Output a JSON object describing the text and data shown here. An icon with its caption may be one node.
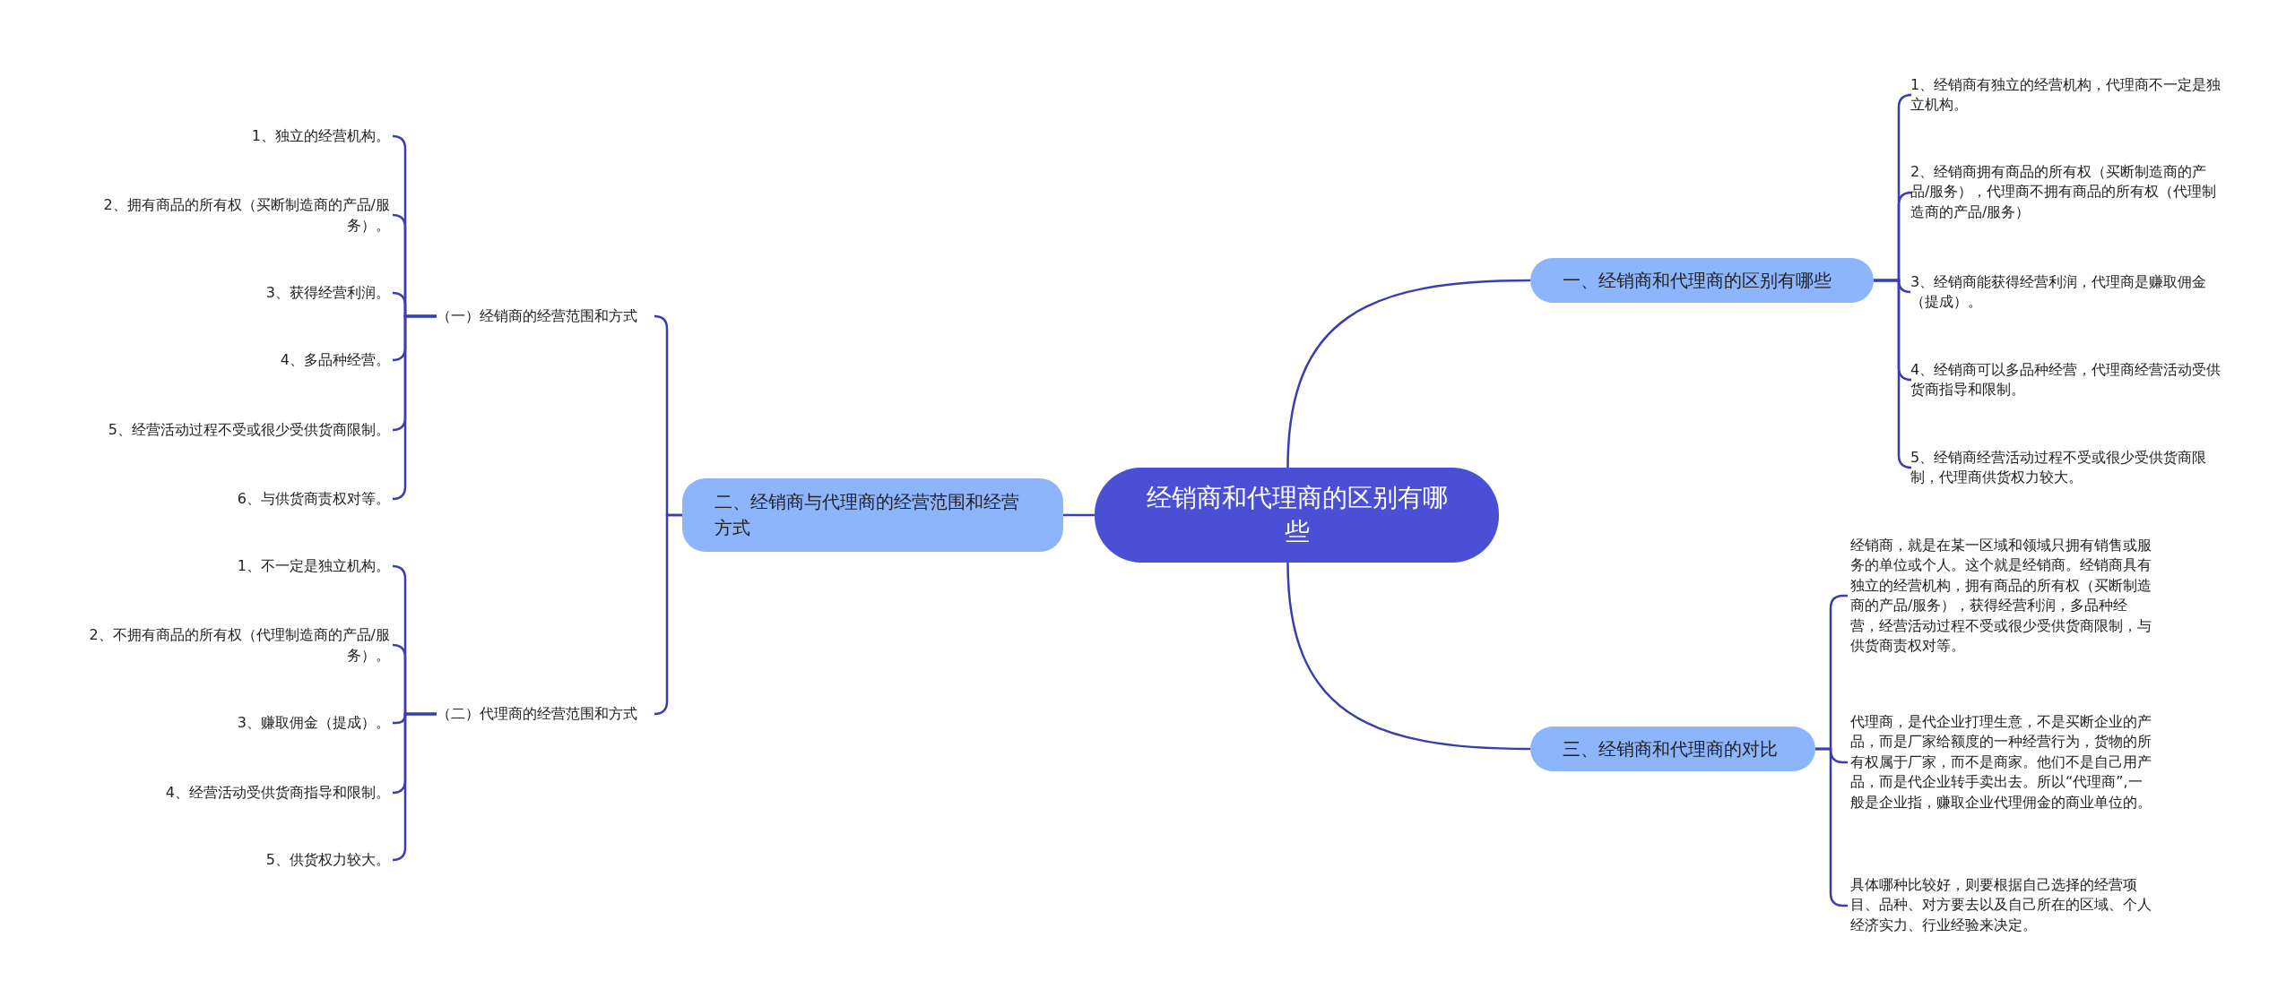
{
  "diagram": {
    "nodes": [
      {
        "text": [
          "经销商和代理商的区别有哪些"
        ]
      },
      {
        "text": [
          "一、经销商和代理商的区别有哪些"
        ]
      },
      {
        "text": [
          "1、经销商有独立的经营机构，代理商不一定是独立机构。"
        ]
      },
      {
        "text": [
          "2、经销商拥有商品的所有权（买断制造商的产品/服务），代理商不拥有商品的所有权（代理制造商的产品/服务）"
        ]
      },
      {
        "text": [
          "3、经销商能获得经营利润，代理商是赚取佣金（提成）。"
        ]
      },
      {
        "text": [
          "4、经销商可以多品种经营，代理商经营活动受供货商指导和限制。"
        ]
      },
      {
        "text": [
          "5、经销商经营活动过程不受或很少受供货商限制，代理商供货权力较大。"
        ]
      },
      {
        "text": [
          "二、经销商与代理商的经营范围和经营方式"
        ]
      },
      {
        "text": [
          "（一）经销商的经营范围和方式"
        ]
      },
      {
        "text": [
          "1、独立的经营机构。"
        ]
      },
      {
        "text": [
          "2、拥有商品的所有权（买断制造商的产品/服务）。"
        ]
      },
      {
        "text": [
          "3、获得经营利润。"
        ]
      },
      {
        "text": [
          "4、多品种经营。"
        ]
      },
      {
        "text": [
          "5、经营活动过程不受或很少受供货商限制。"
        ]
      },
      {
        "text": [
          "6、与供货商责权对等。"
        ]
      },
      {
        "text": [
          "（二）代理商的经营范围和方式"
        ]
      },
      {
        "text": [
          "1、不一定是独立机构。"
        ]
      },
      {
        "text": [
          "2、不拥有商品的所有权（代理制造商的产品/服务）。"
        ]
      },
      {
        "text": [
          "3、赚取佣金（提成）。"
        ]
      },
      {
        "text": [
          "4、经营活动受供货商指导和限制。"
        ]
      },
      {
        "text": [
          "5、供货权力较大。"
        ]
      },
      {
        "text": [
          "三、经销商和代理商的对比"
        ]
      },
      {
        "text": [
          "经销商，就是在某一区域和领域只拥有销售或服务的单位或个人。这个就是经销商。经销商具有独立的经营机构，拥有商品的所有权（买断制造商的产品/服务），获得经营利润，多品种经营，经营活动过程不受或很少受供货商限制，与供货商责权对等。"
        ]
      },
      {
        "text": [
          "代理商，是代企业打理生意，不是买断企业的产品，而是厂家给额度的一种经营行为，货物的所有权属于厂家，而不是商家。他们不是自己用产品，而是代企业转手卖出去。所以“代理商”,一般是企业指，赚取企业代理佣金的商业单位的。"
        ]
      },
      {
        "text": [
          "具体哪种比较好，则要根据自己选择的经营项目、品种、对方要去以及自己所在的区域、个人经济实力、行业经验来决定。"
        ]
      }
    ],
    "edges": [
      {
        "from": 0,
        "to": 1,
        "arrow": "none"
      },
      {
        "from": 1,
        "to": 2,
        "arrow": "none"
      },
      {
        "from": 1,
        "to": 3,
        "arrow": "none"
      },
      {
        "from": 1,
        "to": 4,
        "arrow": "none"
      },
      {
        "from": 1,
        "to": 5,
        "arrow": "none"
      },
      {
        "from": 1,
        "to": 6,
        "arrow": "none"
      },
      {
        "from": 0,
        "to": 7,
        "arrow": "none"
      },
      {
        "from": 7,
        "to": 8,
        "arrow": "none"
      },
      {
        "from": 8,
        "to": 9,
        "arrow": "none"
      },
      {
        "from": 8,
        "to": 10,
        "arrow": "none"
      },
      {
        "from": 8,
        "to": 11,
        "arrow": "none"
      },
      {
        "from": 8,
        "to": 12,
        "arrow": "none"
      },
      {
        "from": 8,
        "to": 13,
        "arrow": "none"
      },
      {
        "from": 8,
        "to": 14,
        "arrow": "none"
      },
      {
        "from": 7,
        "to": 15,
        "arrow": "none"
      },
      {
        "from": 15,
        "to": 16,
        "arrow": "none"
      },
      {
        "from": 15,
        "to": 17,
        "arrow": "none"
      },
      {
        "from": 15,
        "to": 18,
        "arrow": "none"
      },
      {
        "from": 15,
        "to": 19,
        "arrow": "none"
      },
      {
        "from": 15,
        "to": 20,
        "arrow": "none"
      },
      {
        "from": 0,
        "to": 21,
        "arrow": "none"
      },
      {
        "from": 21,
        "to": 22,
        "arrow": "none"
      },
      {
        "from": 21,
        "to": 23,
        "arrow": "none"
      },
      {
        "from": 21,
        "to": 24,
        "arrow": "none"
      }
    ]
  }
}
